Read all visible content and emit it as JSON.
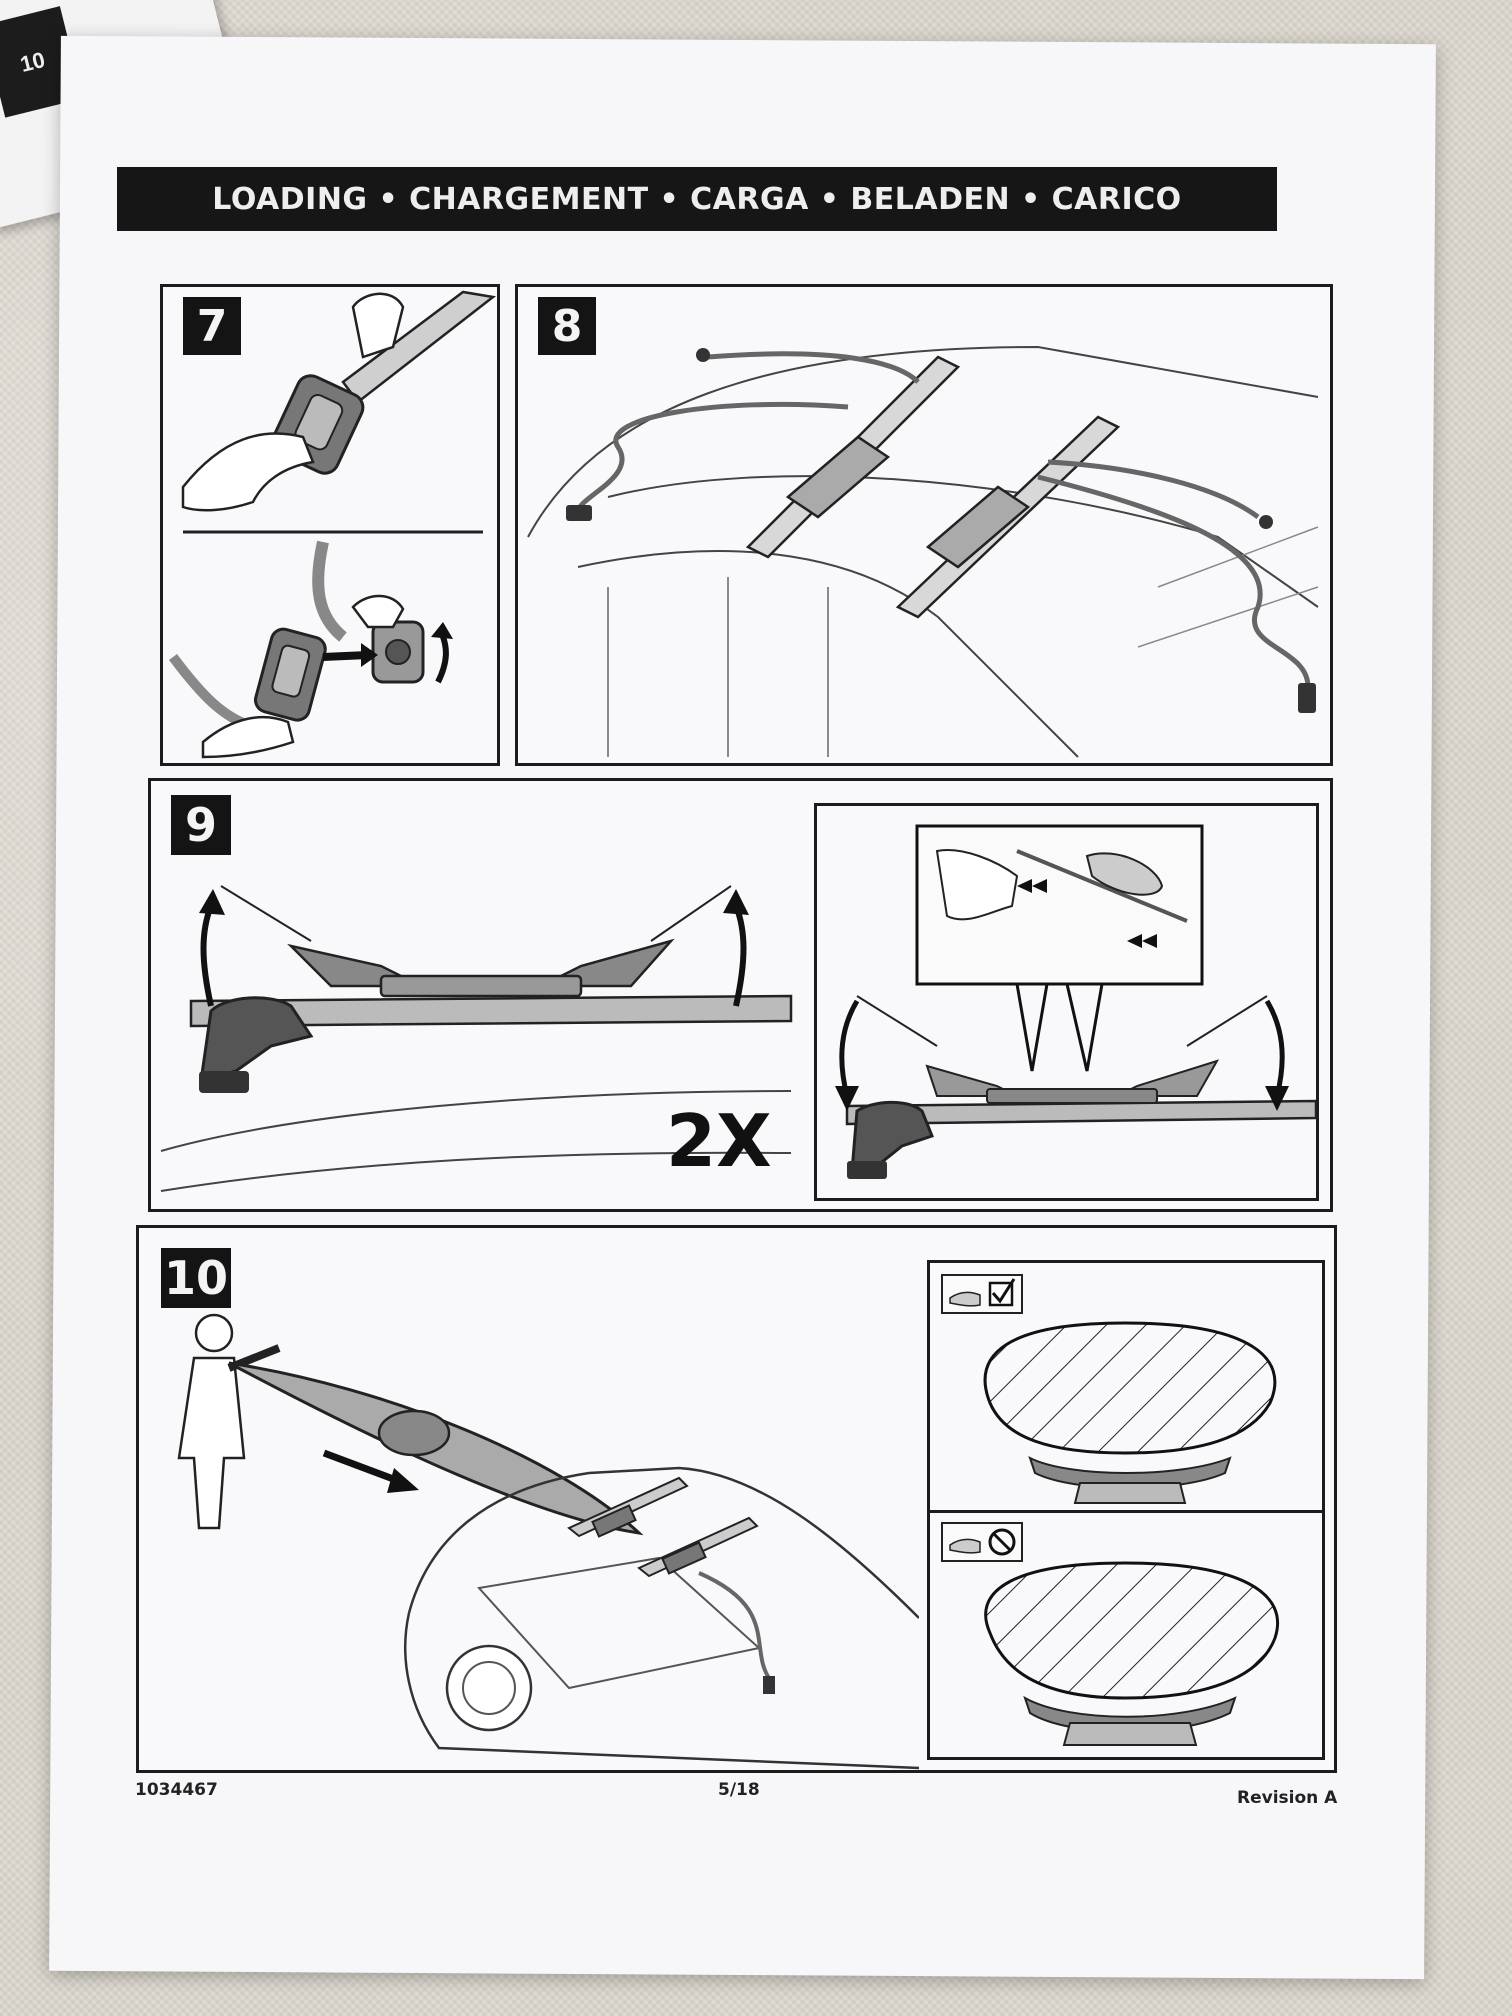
{
  "booklet_tab": "10",
  "page": {
    "title": "LOADING • CHARGEMENT • CARGA • BELADEN • CARICO",
    "document_number": "1034467",
    "page_number": "5/18",
    "revision": "Revision A"
  },
  "steps": [
    {
      "number": "7"
    },
    {
      "number": "8"
    },
    {
      "number": "9",
      "multiplier": "2X"
    },
    {
      "number": "10"
    }
  ]
}
